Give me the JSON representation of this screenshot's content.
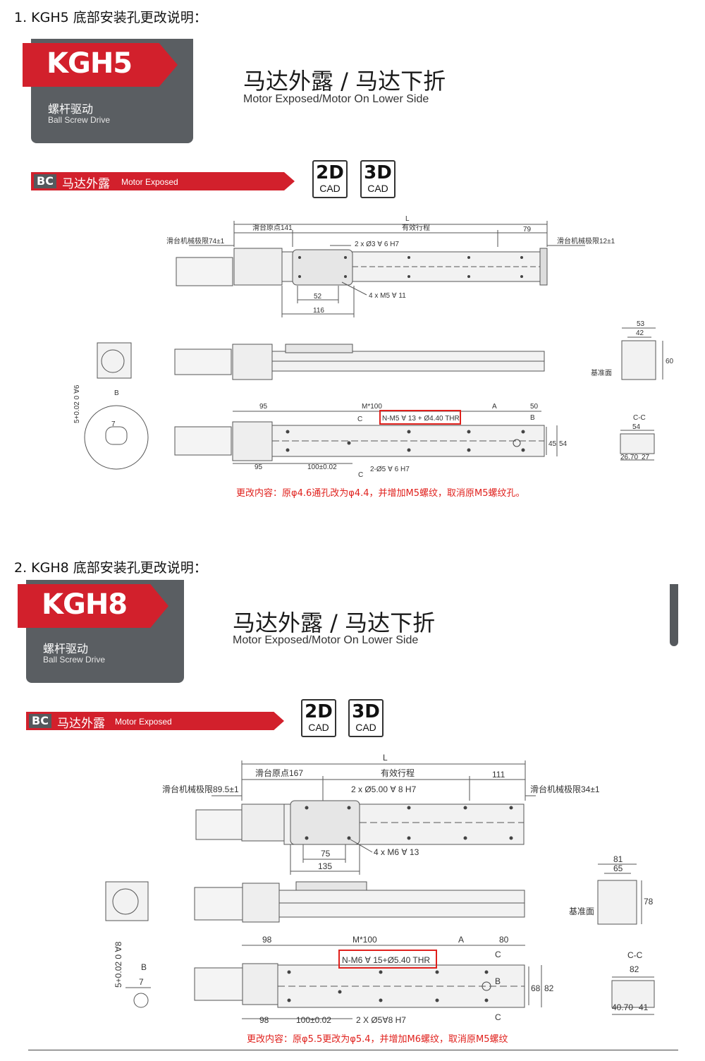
{
  "sections": [
    {
      "heading": "1.   KGH5 底部安装孔更改说明：",
      "badge": {
        "code": "KGH5",
        "cn": "螺杆驱动",
        "en": "Ball Screw Drive"
      },
      "title_cn": "马达外露 / 马达下折",
      "title_en": "Motor Exposed/Motor On Lower Side",
      "bc": {
        "tag": "BC",
        "cn": "马达外露",
        "en": "Motor Exposed"
      },
      "cad": [
        {
          "big": "2D",
          "small": "CAD"
        },
        {
          "big": "3D",
          "small": "CAD"
        }
      ],
      "dims": {
        "L": "L",
        "origin": "滑台原点141",
        "stroke": "有效行程",
        "end": "79",
        "limit_left": "滑台机械极限74±1",
        "limit_right": "滑台机械极限12±1",
        "pin": "2 x Ø3 ∀ 6 H7",
        "tap": "4 x M5 ∀ 11",
        "d52": "52",
        "d116": "116",
        "w53": "53",
        "w42": "42",
        "h60": "60",
        "datum": "基准面",
        "b95a": "95",
        "m100": "M*100",
        "a": "A",
        "b50": "50",
        "holes": "N-M5 ∀ 13 + Ø4.40 THR",
        "c": "C",
        "b": "B",
        "b95b": "95",
        "pitch": "100±0.02",
        "pins2": "2-Ø5 ∀ 6 H7",
        "h45": "45",
        "h54": "54",
        "cc": "C-C",
        "cc54": "54",
        "cc2670": "26.70",
        "cc27": "27",
        "tol": "5+0.02 0 ∀6",
        "b7": "7"
      },
      "note": "更改内容：原φ4.6通孔改为φ4.4，并增加M5螺纹，取消原M5螺纹孔。"
    },
    {
      "heading": "2.   KGH8 底部安装孔更改说明：",
      "badge": {
        "code": "KGH8",
        "cn": "螺杆驱动",
        "en": "Ball Screw Drive"
      },
      "title_cn": "马达外露 / 马达下折",
      "title_en": "Motor Exposed/Motor On Lower Side",
      "bc": {
        "tag": "BC",
        "cn": "马达外露",
        "en": "Motor Exposed"
      },
      "cad": [
        {
          "big": "2D",
          "small": "CAD"
        },
        {
          "big": "3D",
          "small": "CAD"
        }
      ],
      "dims": {
        "L": "L",
        "origin": "滑台原点167",
        "stroke": "有效行程",
        "end": "111",
        "limit_left": "滑台机械极限89.5±1",
        "limit_right": "滑台机械极限34±1",
        "pin": "2 x Ø5.00 ∀ 8 H7",
        "tap": "4 x M6 ∀ 13",
        "d75": "75",
        "d135": "135",
        "w81": "81",
        "w65": "65",
        "h78": "78",
        "datum": "基准面",
        "b98a": "98",
        "m100": "M*100",
        "a": "A",
        "b80": "80",
        "holes": "N-M6 ∀ 15+Ø5.40 THR",
        "c": "C",
        "b": "B",
        "b98b": "98",
        "pitch": "100±0.02",
        "pins2": "2 X Ø5∀8 H7",
        "h68": "68",
        "h82": "82",
        "cc": "C-C",
        "cc82": "82",
        "cc4070": "40.70",
        "cc41": "41",
        "tol": "5+0.02 0 ∀8",
        "b7": "7"
      },
      "note": "更改内容：原φ5.5更改为φ5.4，并增加M6螺纹，取消原M5螺纹"
    }
  ],
  "colors": {
    "brand_red": "#d2202c",
    "badge_gray": "#5a5e62",
    "note_red": "#e0201c",
    "highlight_box": "#e0201c"
  }
}
